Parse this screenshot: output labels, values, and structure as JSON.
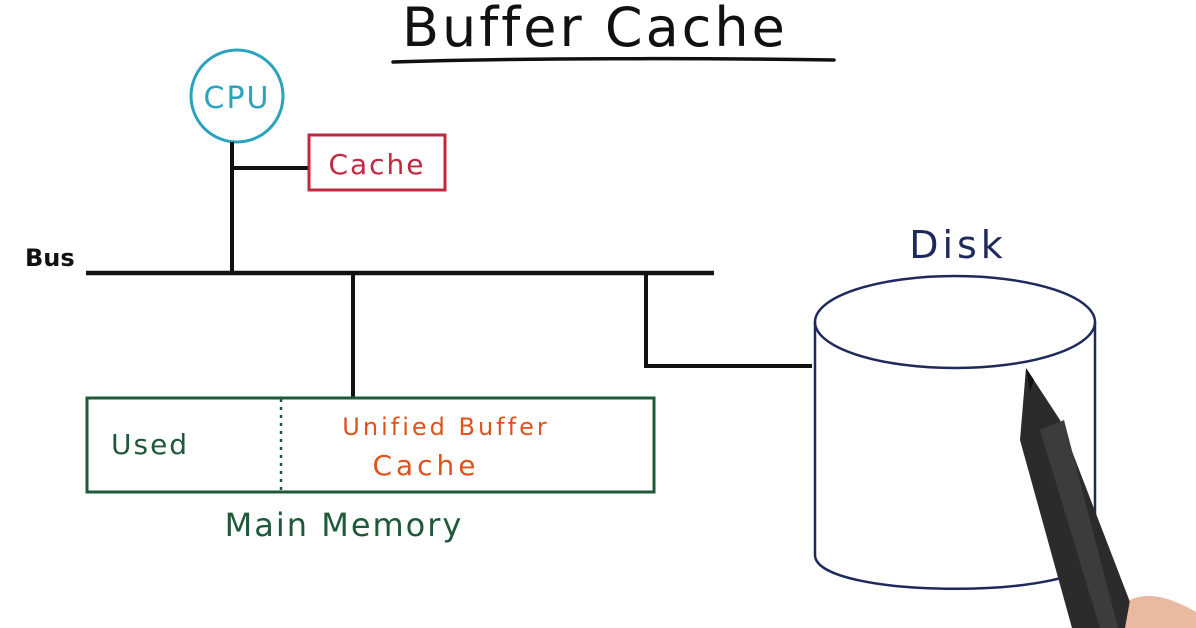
{
  "diagram": {
    "title": "Buffer Cache",
    "cpu_label": "CPU",
    "cache_label": "Cache",
    "bus_label": "Bus",
    "disk_label": "Disk",
    "memory": {
      "used_label": "Used",
      "buffer_label_line1": "Unified Buffer",
      "buffer_label_line2": "Cache",
      "caption": "Main Memory"
    }
  },
  "colors": {
    "ink": "#111111",
    "cpu": "#2aa3bf",
    "cache": "#c0283f",
    "memory": "#1e5a3a",
    "buffer": "#e0521c",
    "disk": "#1f2a5c"
  }
}
